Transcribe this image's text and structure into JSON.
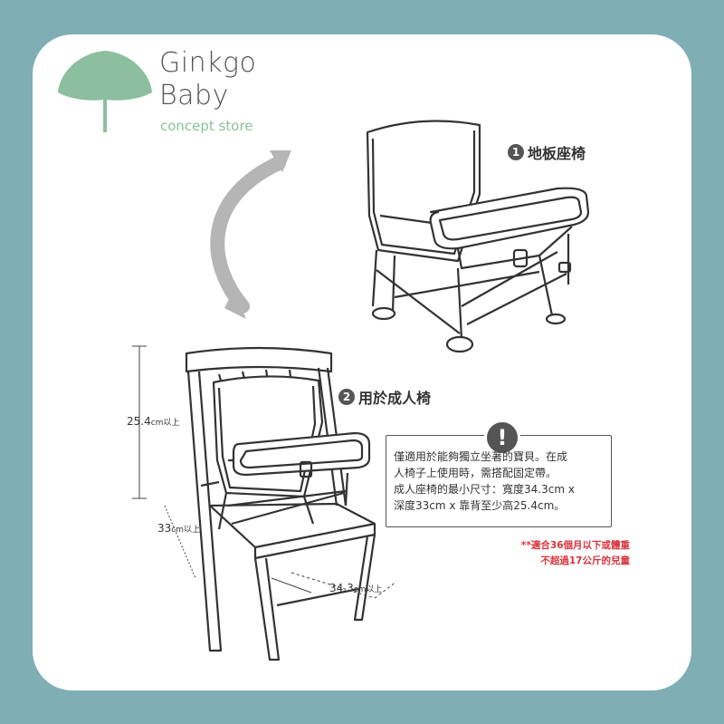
{
  "brand": {
    "name_line1": "Ginkgo",
    "name_line2": "Baby",
    "tagline": "concept store",
    "leaf_color": "#8cbf9e",
    "frame_color": "#80aeb5"
  },
  "labels": {
    "floor_seat": {
      "number": "1",
      "text": "地板座椅"
    },
    "adult_chair": {
      "number": "2",
      "text": "用於成人椅"
    }
  },
  "dimensions": {
    "height": {
      "value": "25.4",
      "unit": "cm以上"
    },
    "depth": {
      "value": "33",
      "unit": "cm以上"
    },
    "width": {
      "value": "34.3",
      "unit": "cm以上"
    }
  },
  "notice": {
    "icon": "exclamation-icon",
    "line1": "僅適用於能夠獨立坐著的寶貝。在成",
    "line2": "人椅子上使用時，需搭配固定帶。",
    "line3": "成人座椅的最小尺寸：寬度34.3cm x",
    "line4": "深度33cm x 靠背至少高25.4cm。"
  },
  "footnote": {
    "line1": "**適合36個月以下或體重",
    "line2": "不超過17公斤的兒童",
    "color": "#d8323a"
  }
}
